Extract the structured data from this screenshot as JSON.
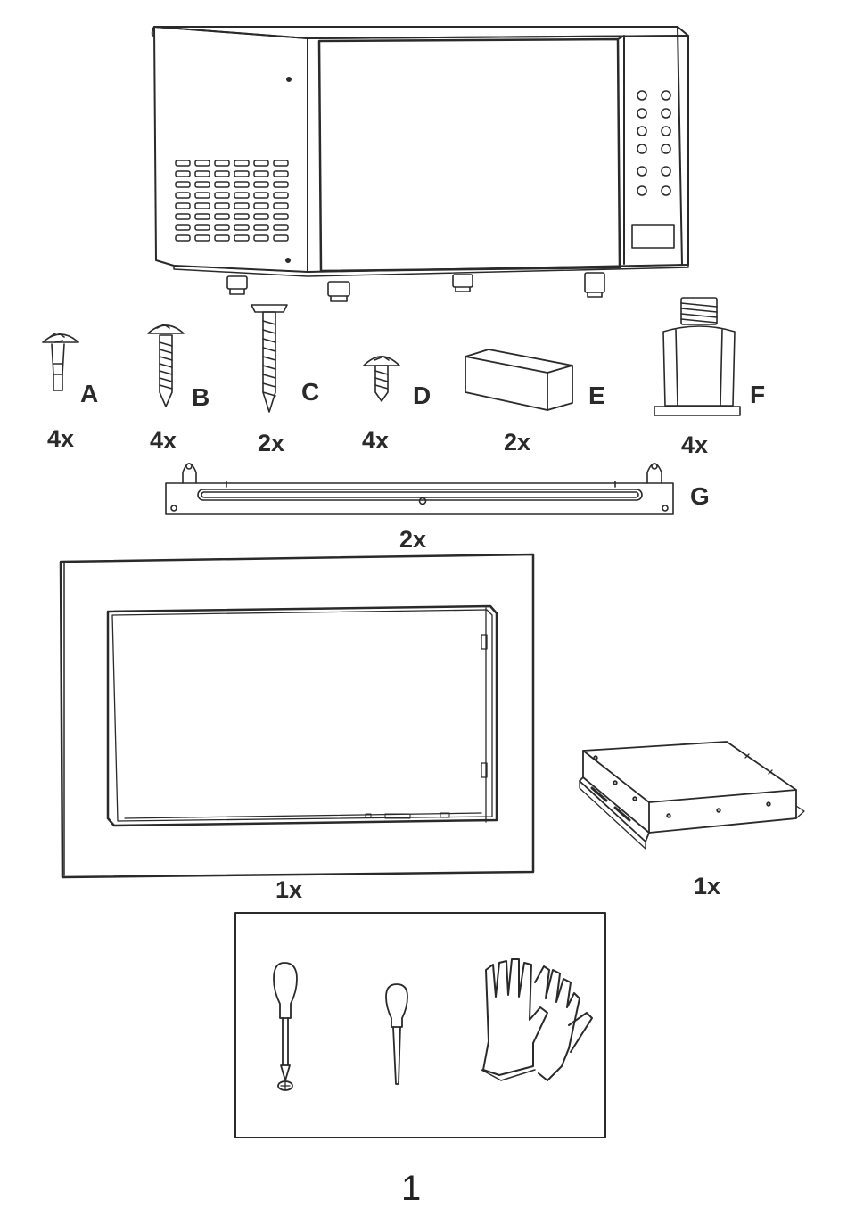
{
  "parts": [
    {
      "letter": "A",
      "quantity": "4x"
    },
    {
      "letter": "B",
      "quantity": "4x"
    },
    {
      "letter": "C",
      "quantity": "2x"
    },
    {
      "letter": "D",
      "quantity": "4x"
    },
    {
      "letter": "E",
      "quantity": "2x"
    },
    {
      "letter": "F",
      "quantity": "4x"
    },
    {
      "letter": "G",
      "quantity": "2x"
    }
  ],
  "frame": {
    "quantity": "1x"
  },
  "bracket_box": {
    "quantity": "1x"
  },
  "tools": [
    "phillips-screwdriver-icon",
    "awl-icon",
    "gloves-icon"
  ],
  "figure_number": "1"
}
